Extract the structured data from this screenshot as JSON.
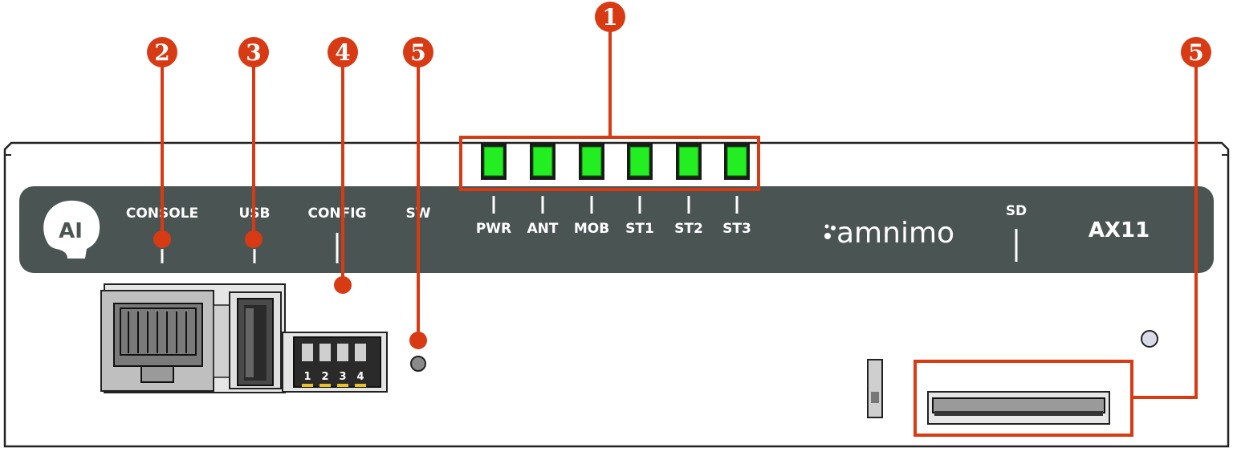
{
  "panel": {
    "logo_text": "AI",
    "labels": {
      "console": "CONSOLE",
      "usb": "USB",
      "config": "CONFIG",
      "sw": "SW",
      "sd": "SD",
      "model": "AX11"
    },
    "brand": "amnimo",
    "leds": [
      {
        "label": "PWR",
        "color": "#22ee22"
      },
      {
        "label": "ANT",
        "color": "#22ee22"
      },
      {
        "label": "MOB",
        "color": "#22ee22"
      },
      {
        "label": "ST1",
        "color": "#22ee22"
      },
      {
        "label": "ST2",
        "color": "#22ee22"
      },
      {
        "label": "ST3",
        "color": "#22ee22"
      }
    ],
    "dip_numbers": [
      "1",
      "2",
      "3",
      "4"
    ]
  },
  "callouts": [
    {
      "number": "1"
    },
    {
      "number": "2"
    },
    {
      "number": "3"
    },
    {
      "number": "4"
    },
    {
      "number": "5"
    },
    {
      "number": "5"
    }
  ],
  "colors": {
    "callout": "#d83a14",
    "band": "#4a5452",
    "led_on": "#22ee22"
  }
}
